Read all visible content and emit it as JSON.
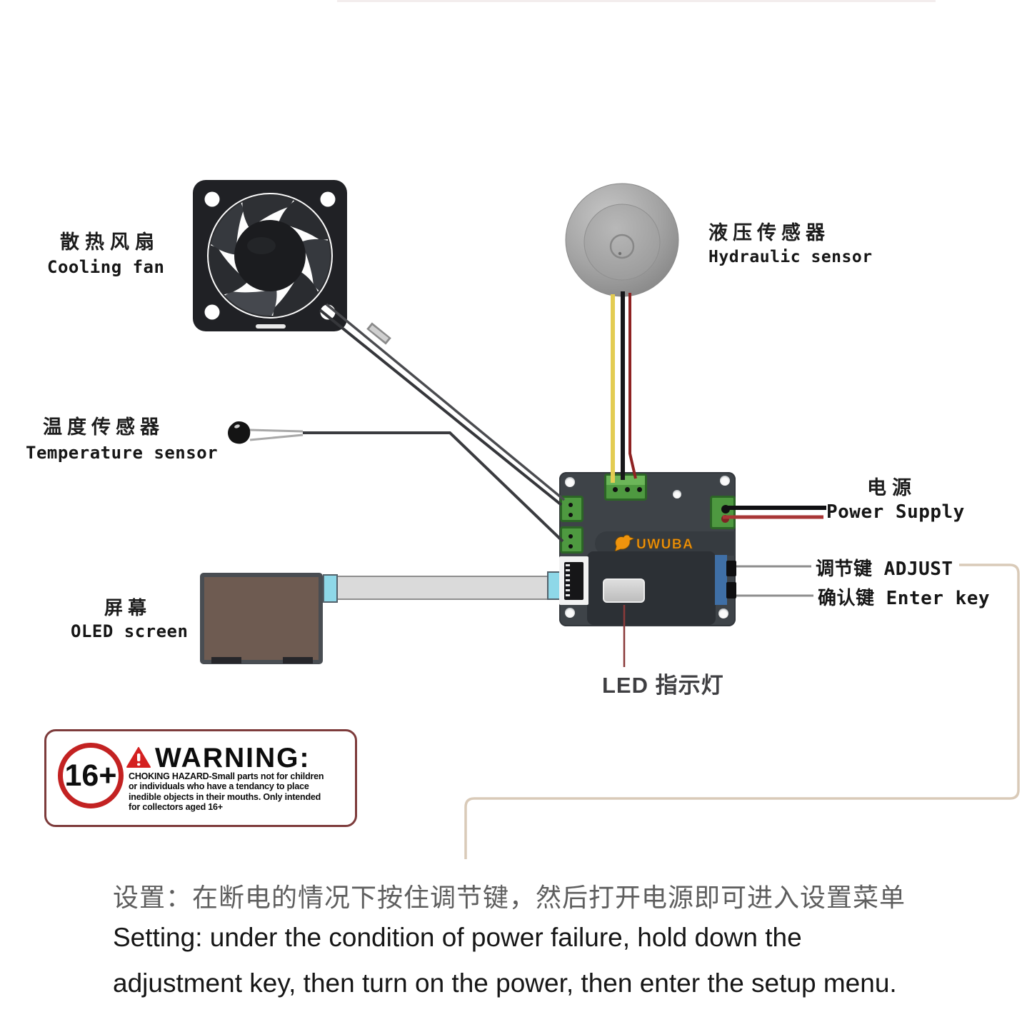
{
  "labels": {
    "cooling_fan": {
      "zh": "散热风扇",
      "en": "Cooling fan"
    },
    "hydraulic_sensor": {
      "zh": "液压传感器",
      "en": "Hydraulic sensor"
    },
    "temperature_sensor": {
      "zh": "温度传感器",
      "en": "Temperature sensor"
    },
    "power_supply": {
      "zh": "电源",
      "en": "Power Supply"
    },
    "adjust_key": "调节键 ADJUST",
    "enter_key": "确认键 Enter key",
    "oled_screen": {
      "zh": "屏幕",
      "en": "OLED screen"
    },
    "led_indicator": "LED 指示灯"
  },
  "board": {
    "logo": "UWUBA"
  },
  "warning": {
    "age_badge": "16+",
    "title": "WARNING:",
    "l1": "CHOKING HAZARD-Small parts not for children",
    "l2": "or individuals who have a tendancy to place",
    "l3": "inedible objects in their mouths. Only intended",
    "l4": "for collectors aged 16+"
  },
  "instructions": {
    "zh": "设置：在断电的情况下按住调节键，然后打开电源即可进入设置菜单",
    "en1": "Setting: under the condition of power failure, hold down the",
    "en2": "adjustment key, then turn on the power, then enter the setup menu."
  },
  "colors": {
    "board_body": "#3e4348",
    "terminal_green": "#55a344",
    "ribbon_cyan": "#8ed8e8",
    "pcb_blue": "#3f6fa6",
    "logo_orange": "#ef940d",
    "warning_red": "#c32222",
    "wire_yellow": "#e3cc52",
    "wire_red": "#8e2222",
    "wire_black": "#17171a",
    "leader_tan": "#d9cab8",
    "instruction_gray": "#5e5e5e"
  }
}
